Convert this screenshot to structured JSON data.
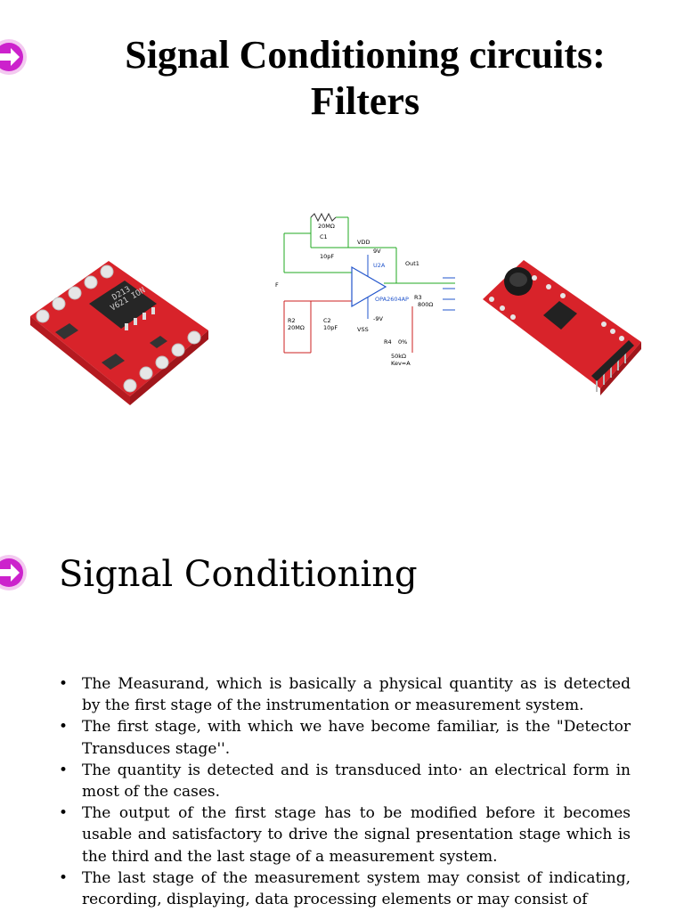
{
  "slide1": {
    "title_line1": "Signal Conditioning circuits:",
    "title_line2": "Filters"
  },
  "schematic": {
    "r_feedback": "20MΩ",
    "c1_name": "C1",
    "c1_value": "10pF",
    "vdd": "VDD",
    "vdd_val": "9V",
    "u2a": "U2A",
    "out1": "Out1",
    "input": "F",
    "opamp": "OPA2604AP",
    "r3": "R3",
    "r3_val": "800Ω",
    "r2": "R2",
    "r2_val": "20MΩ",
    "c2": "C2",
    "c2_val": "10pF",
    "vss_val": "-9V",
    "vss": "VSS",
    "r4": "R4",
    "r4_pct": "0%",
    "r4_val": "50kΩ",
    "key": "Key=A"
  },
  "chip_text": [
    "D213",
    "V621 ION"
  ],
  "slide2": {
    "title": "Signal Conditioning",
    "bullet_char": "•",
    "bullets": [
      "The Measurand, which is basically a physical quantity as is detected by the first stage of the instrumentation or measurement system.",
      "The first stage, with which we have become familiar, is the \"Detector Transduces stage''.",
      "The quantity is detected and is transduced into· an electrical form in most of the cases.",
      "The output of the first stage has to be modified before it becomes usable and satisfactory to drive the signal presentation stage which is the third and the last stage of a measurement system.",
      "The last stage of the measurement system may consist of indicating, recording, displaying, data processing elements or may consist of"
    ]
  },
  "colors": {
    "arrow_fill": "#cc22cc",
    "pcb_red": "#d8232a"
  }
}
